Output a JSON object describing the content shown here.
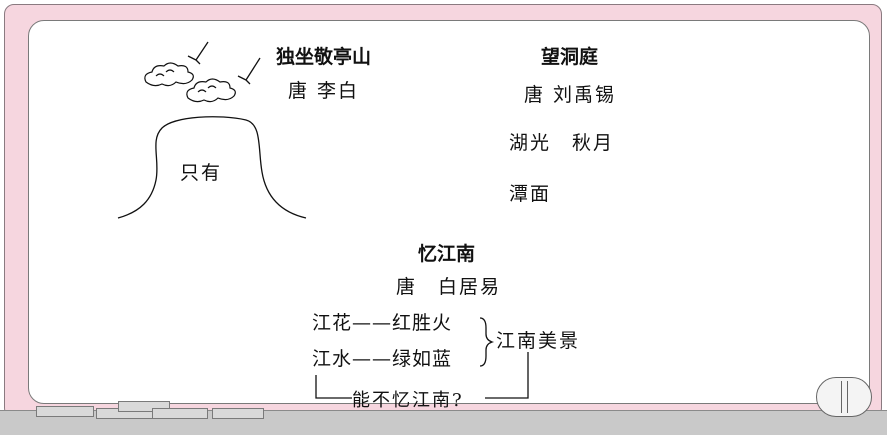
{
  "poem1": {
    "title": "独坐敬亭山",
    "author": "唐 李白",
    "mountain_label": "只有"
  },
  "poem2": {
    "title": "望洞庭",
    "author": "唐 刘禹锡",
    "line1": "湖光　秋月",
    "line2": "潭面"
  },
  "poem3": {
    "title": "忆江南",
    "author": "唐　白居易",
    "row1": "江花——红胜火",
    "row2": "江水——绿如蓝",
    "summary": "江南美景",
    "question": "能不忆江南?"
  },
  "colors": {
    "frame": "#f6d6df",
    "board": "#ffffff",
    "tray": "#c9c9c9"
  }
}
